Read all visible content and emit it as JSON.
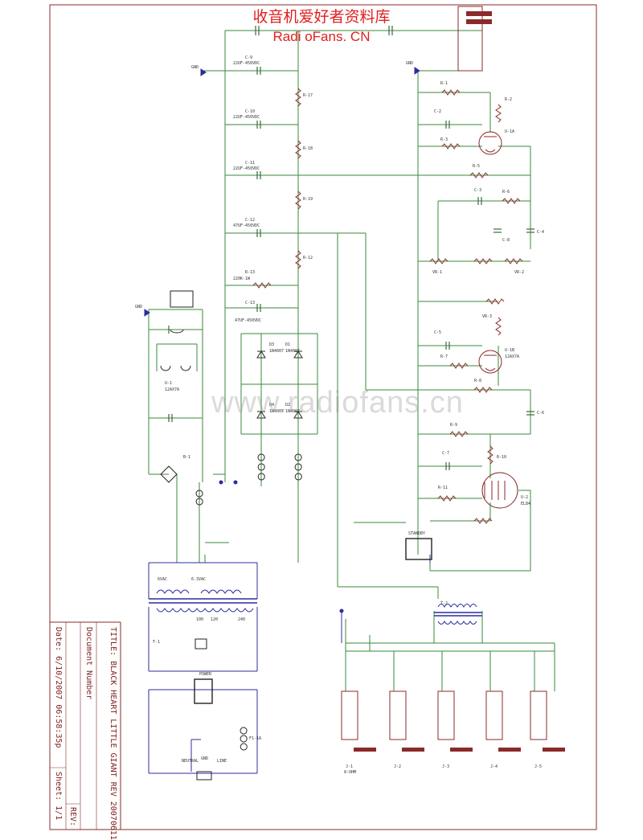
{
  "watermark": {
    "site_cn": "收音机爱好者资料库",
    "site_en": "Radi oFans. CN",
    "center": "www.radiofans.cn"
  },
  "title_block": {
    "title": "TITLE: BLACK HEART LITTLE GIANT REV 20070611",
    "document_number": "Document Number",
    "date": "Date: 6/10/2007 06:58:35p",
    "rev": "REV:",
    "sheet": "Sheet: 1/1"
  },
  "labels": {
    "gnd_top_left": "GND",
    "gnd_top_right": "GND",
    "gnd_mid_left": "GND",
    "c9": "C-9",
    "c9_val": "22UF-450VDC",
    "c10": "C-10",
    "c10_val": "22UF-450VDC",
    "c11": "C-11",
    "c11_val": "22UF-450VDC",
    "c12": "C-12",
    "c12_val": "47UF-450VDC",
    "r17": "R-17",
    "r18": "R-18",
    "r19": "R-19",
    "r12": "R-12",
    "r13": "R-13",
    "r13_val": "220K-1W",
    "c13": "C-13",
    "c13_val": "47UF-450VDC",
    "d3": "D3",
    "d3_val": "1N4007",
    "d1": "D1",
    "d1_val": "1N4007",
    "d4": "D4",
    "d4_val": "1N4007",
    "d2": "D2",
    "d2_val": "1N4007",
    "u1": "U-1",
    "u1_val": "12AX7A",
    "u1a": "U-1A",
    "u1b": "U-1B",
    "u1b_val": "12AX7A",
    "u2": "U-2",
    "u2_val": "EL84",
    "t1": "T-1",
    "t2": "T-2",
    "v_label_6v": "6VAC",
    "v_label_63": "6.3VAC",
    "v_120": "120",
    "v_240": "240",
    "v_100": "100",
    "line": "LINE",
    "neutral": "NEUTRAL",
    "gnd_bottom": "GND",
    "mains_fuse": "F1-1A",
    "j1": "J-1",
    "j2": "J-2",
    "j3": "J-3",
    "j4": "J-4",
    "j5": "J-5",
    "jack_name": "8-OHM",
    "r2": "R-2",
    "r3": "R-3",
    "r5": "R-5",
    "r6": "R-6",
    "r7": "R-7",
    "r8": "R-8",
    "r9": "R-9",
    "r10": "R-10",
    "r11": "R-11",
    "c2": "C-2",
    "c3": "C-3",
    "c4": "C-4",
    "c5": "C-5",
    "c6": "C-6",
    "c7": "C-7",
    "c8": "C-8",
    "r1": "R-1",
    "vr1": "VR-1",
    "vr2": "VR-2",
    "vr3": "VR-3",
    "standby": "STANDBY",
    "power_sw": "POWER",
    "bridge": "B-1"
  }
}
